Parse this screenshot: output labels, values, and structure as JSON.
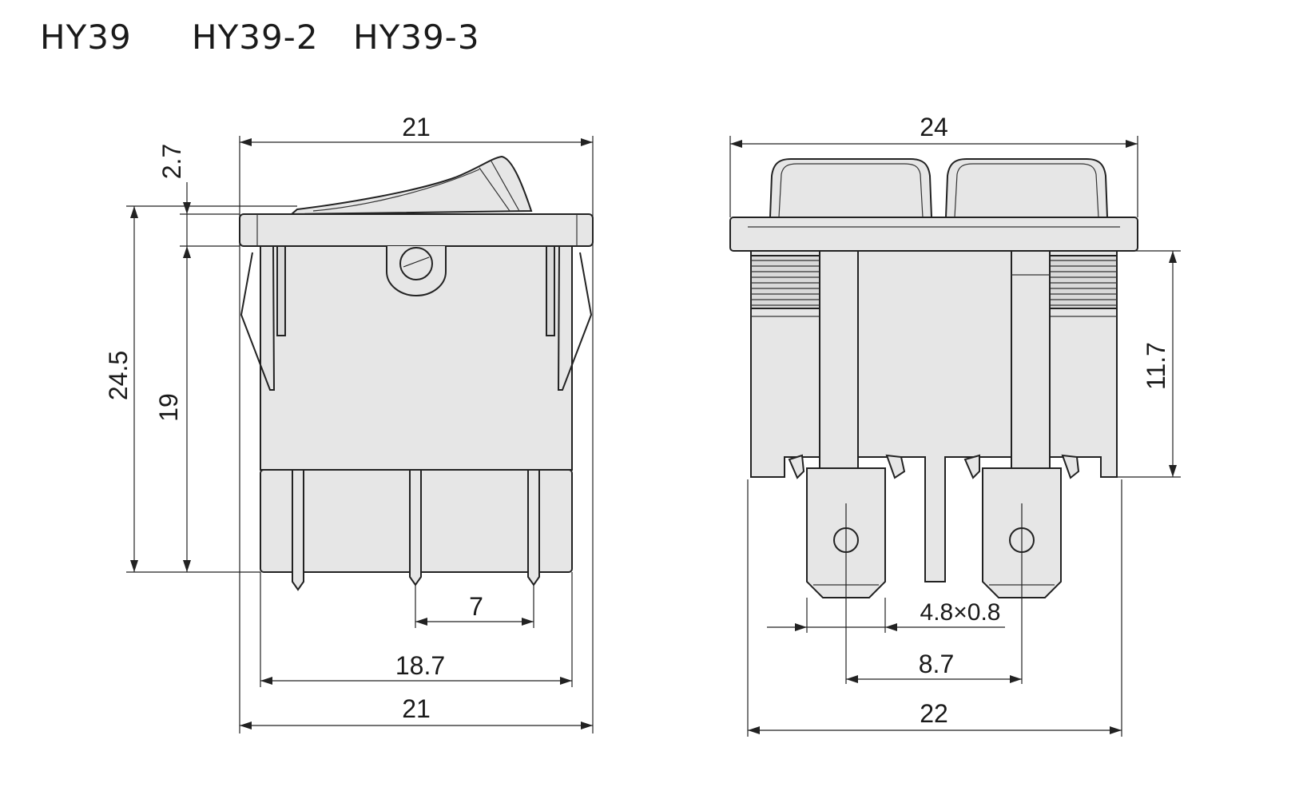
{
  "titles": [
    "HY39",
    "HY39-2",
    "HY39-3"
  ],
  "front_view": {
    "dims": {
      "top_width": "21",
      "rocker_height": "2.7",
      "total_height": "24.5",
      "body_height": "19",
      "pin_pitch": "7",
      "body_width": "18.7",
      "bottom_width": "21"
    }
  },
  "side_view": {
    "dims": {
      "top_width": "24",
      "clip_height": "11.7",
      "terminal_size": "4.8×0.8",
      "terminal_pitch": "8.7",
      "bottom_width": "22"
    }
  }
}
